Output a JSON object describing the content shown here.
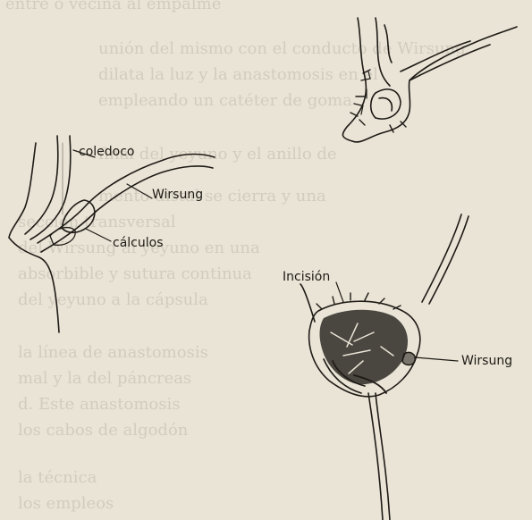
{
  "figure": {
    "labels": {
      "coledoco": "coledoco",
      "wirsung_left": "Wirsung",
      "calculos": "cálculos",
      "incision": "Incisión",
      "wirsung_right": "Wirsung"
    }
  },
  "background_text": {
    "lines": [
      "entre o vecina al empalme",
      "unión del mismo con el conducto de Wirsung",
      "dilata la luz y la anastomosis en el",
      "empleando un catéter de goma",
      "final del yeyuno y el anillo de",
      "mento distal se cierra y una",
      "sección transversal",
      "del Wirsung al yeyuno en una",
      "absorbible y sutura continua",
      "del yeyuno a la cápsula",
      "la línea de anastomosis",
      "mal y la del páncreas",
      "d. Este anastomosis",
      "los cabos de algodón",
      "la técnica",
      "los empleos"
    ]
  }
}
